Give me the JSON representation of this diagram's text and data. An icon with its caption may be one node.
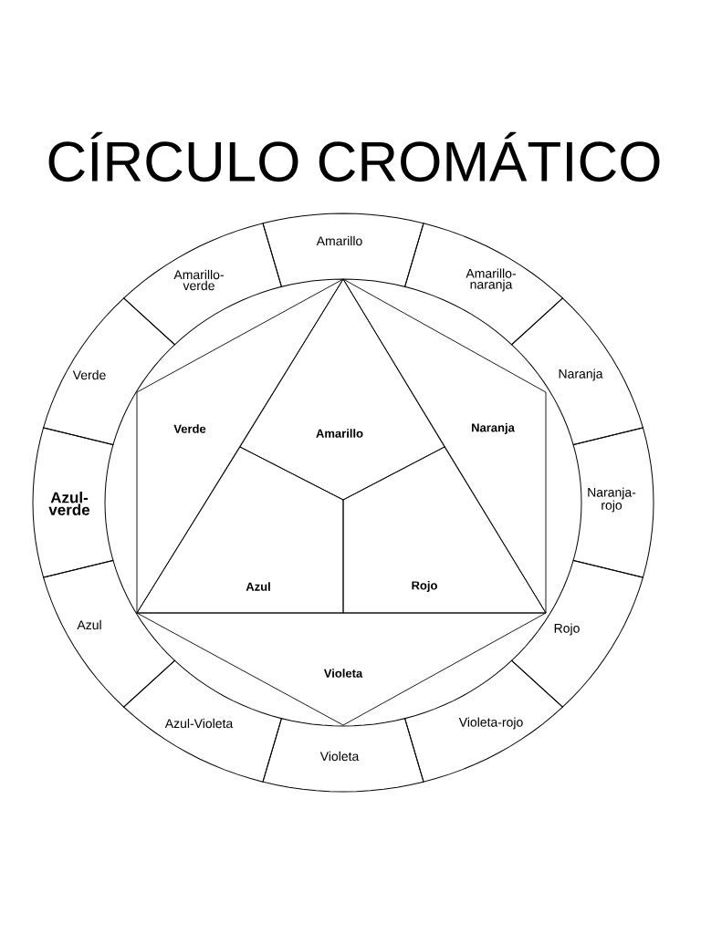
{
  "diagram": {
    "title": "CÍRCULO CROMÁTICO",
    "nodes": [
      {
        "text": [
          "Amarillo"
        ]
      },
      {
        "text": [
          "Amarillo-verde"
        ]
      },
      {
        "text": [
          "Amarillo-naranja"
        ]
      },
      {
        "text": [
          "Verde"
        ]
      },
      {
        "text": [
          "Naranja"
        ]
      },
      {
        "text": [
          "Azul-verde"
        ]
      },
      {
        "text": [
          "Naranja-rojo"
        ]
      },
      {
        "text": [
          "Azul"
        ]
      },
      {
        "text": [
          "Rojo"
        ]
      },
      {
        "text": [
          "Azul-Violeta"
        ]
      },
      {
        "text": [
          "Violeta-rojo"
        ]
      },
      {
        "text": [
          "Violeta"
        ]
      },
      {
        "text": [
          "Verde"
        ]
      },
      {
        "text": [
          "Amarillo"
        ]
      },
      {
        "text": [
          "Naranja"
        ]
      },
      {
        "text": [
          "Azul"
        ]
      },
      {
        "text": [
          "Rojo"
        ]
      },
      {
        "text": [
          "Violeta"
        ]
      }
    ]
  }
}
